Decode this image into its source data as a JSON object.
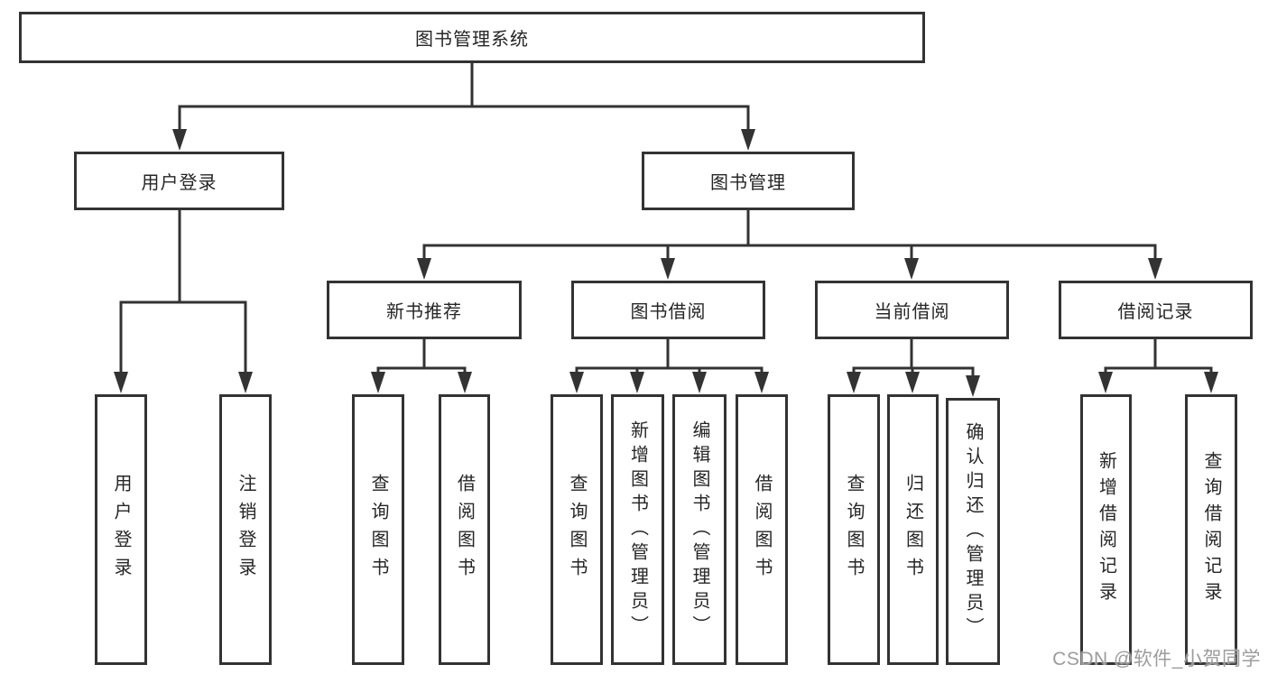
{
  "colors": {
    "line": "#333333",
    "text": "#262626",
    "watermark": "#9c9c9c",
    "background": "#ffffff"
  },
  "watermark": {
    "text": "CSDN @软件_小贺同学"
  },
  "diagram": {
    "type": "hierarchy-tree",
    "root": {
      "label": "图书管理系统",
      "children": [
        {
          "label": "用户登录",
          "children": [
            {
              "label": "用户登录"
            },
            {
              "label": "注销登录"
            }
          ]
        },
        {
          "label": "图书管理",
          "children": [
            {
              "label": "新书推荐",
              "children": [
                {
                  "label": "查询图书"
                },
                {
                  "label": "借阅图书"
                }
              ]
            },
            {
              "label": "图书借阅",
              "children": [
                {
                  "label": "查询图书"
                },
                {
                  "label": "新增图书（管理员）"
                },
                {
                  "label": "编辑图书（管理员）"
                },
                {
                  "label": "借阅图书"
                }
              ]
            },
            {
              "label": "当前借阅",
              "children": [
                {
                  "label": "查询图书"
                },
                {
                  "label": "归还图书"
                },
                {
                  "label": "确认归还（管理员）"
                }
              ]
            },
            {
              "label": "借阅记录",
              "children": [
                {
                  "label": "新增借阅记录"
                },
                {
                  "label": "查询借阅记录"
                }
              ]
            }
          ]
        }
      ]
    }
  }
}
